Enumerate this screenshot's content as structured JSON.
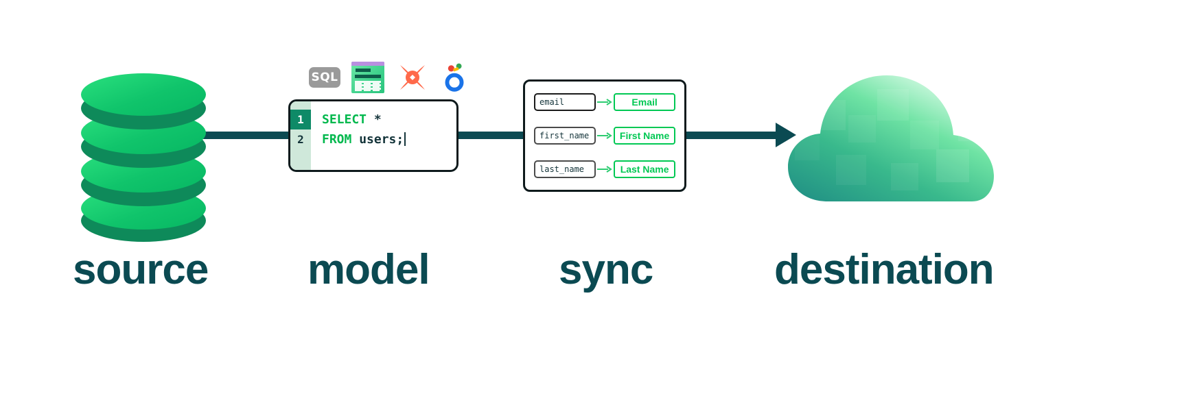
{
  "diagram": {
    "title": "source to destination data pipeline",
    "background": "#ffffff",
    "accent_dark": "#0b4a52",
    "accent_green": "#00c853",
    "accent_green_bright": "#10c46b"
  },
  "stages": [
    {
      "key": "source",
      "label": "source"
    },
    {
      "key": "model",
      "label": "model"
    },
    {
      "key": "sync",
      "label": "sync"
    },
    {
      "key": "destination",
      "label": "destination"
    }
  ],
  "source": {
    "icon": "database-cylinder-icon",
    "disc_count": 4,
    "color_top": "#2ae07e",
    "color_shadow": "#0e8a5a"
  },
  "model": {
    "tool_icons": [
      {
        "name": "sql-icon",
        "label": "SQL",
        "color": "#9a9a9a"
      },
      {
        "name": "google-sheets-icon",
        "label": "",
        "color": "#3ed18c"
      },
      {
        "name": "dbt-icon",
        "label": "",
        "color": "#ff694a"
      },
      {
        "name": "looker-studio-icon",
        "label": "",
        "color": "#1a73e8"
      }
    ],
    "editor": {
      "lines": [
        {
          "number": "1",
          "active": true,
          "keyword": "SELECT",
          "rest": " *",
          "caret": false
        },
        {
          "number": "2",
          "active": false,
          "keyword": "FROM",
          "rest": " users;",
          "caret": true
        }
      ],
      "keyword_color": "#00b84d",
      "text_color": "#14343a",
      "gutter_color": "#cfe8da",
      "gutter_active_color": "#0e8a67"
    }
  },
  "sync": {
    "mappings": [
      {
        "source_field": "email",
        "destination_field": "Email"
      },
      {
        "source_field": "first_name",
        "destination_field": "First Name"
      },
      {
        "source_field": "last_name",
        "destination_field": "Last Name"
      }
    ],
    "arrow_glyph": "→"
  },
  "destination": {
    "icon": "cloud-icon",
    "color_light": "#d8fbe4",
    "color_mid": "#4ed99a",
    "color_dark": "#2a8d7e"
  },
  "connectors": [
    {
      "from": "source",
      "to": "model",
      "has_arrowhead": false
    },
    {
      "from": "model",
      "to": "sync",
      "has_arrowhead": false
    },
    {
      "from": "sync",
      "to": "destination",
      "has_arrowhead": true
    }
  ]
}
